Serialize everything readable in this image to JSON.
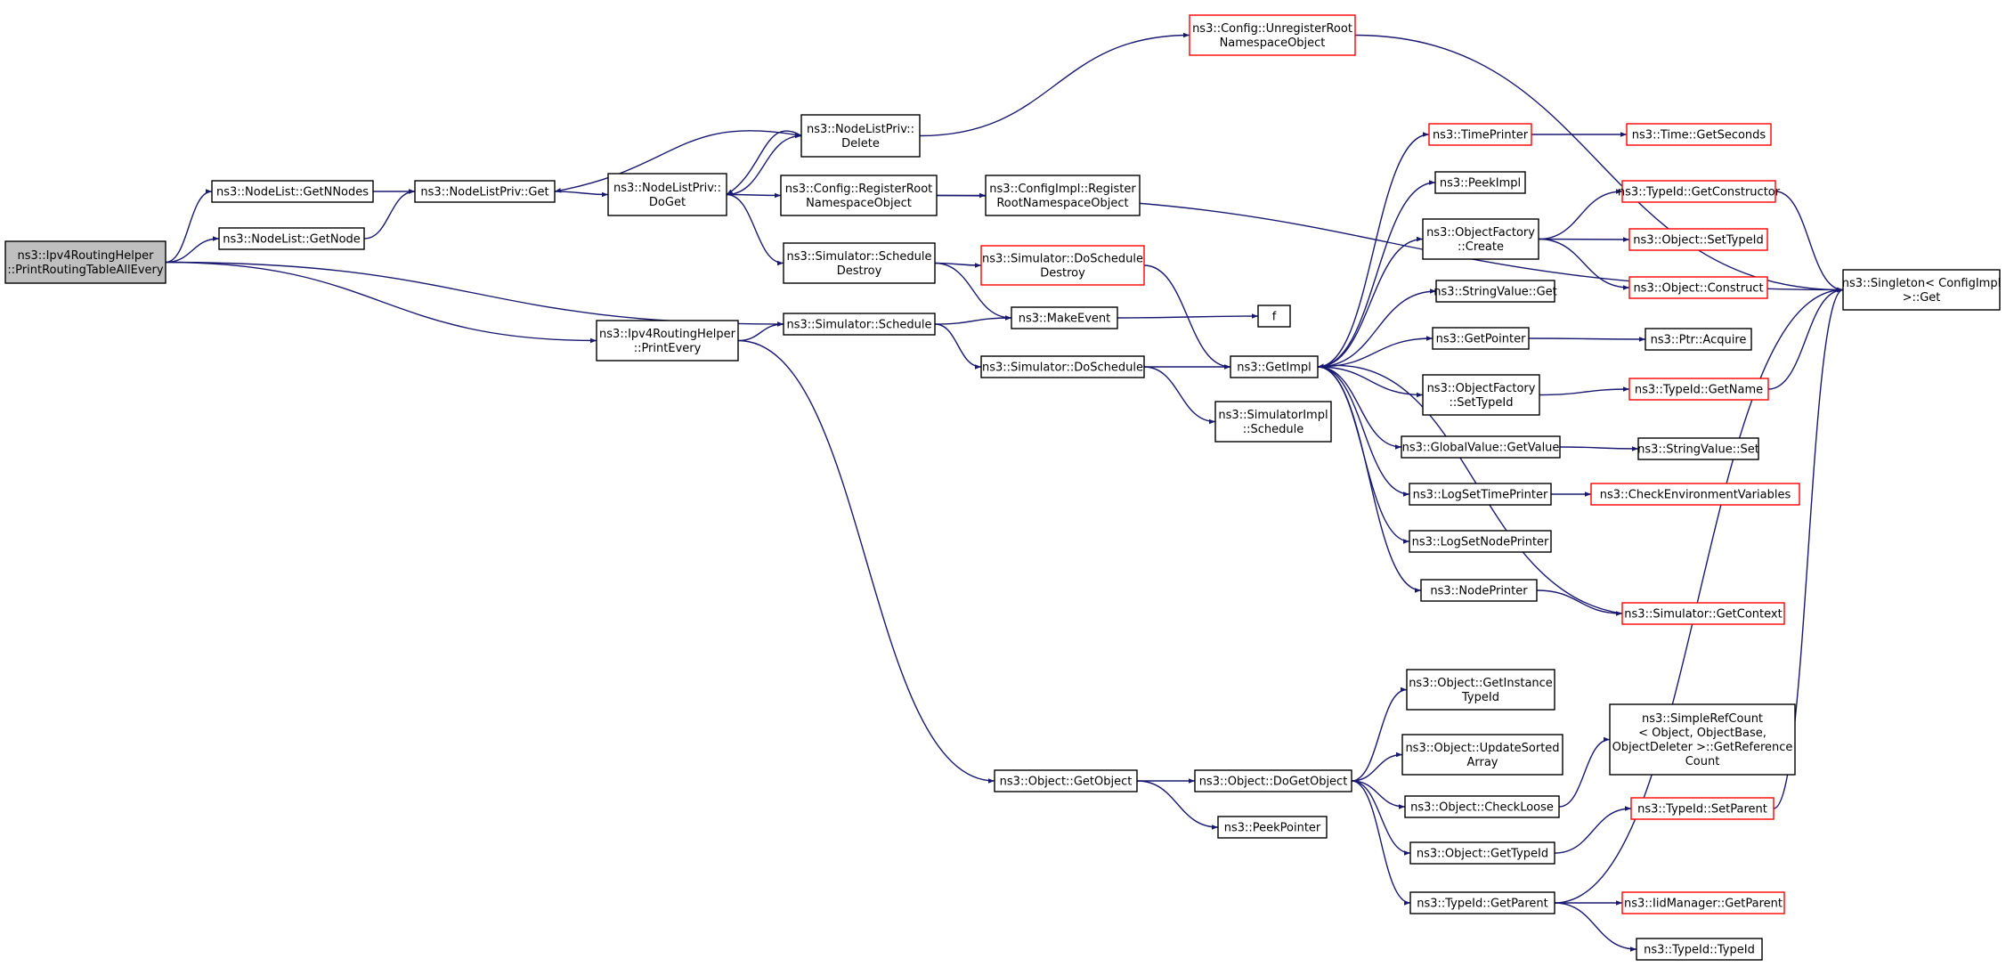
{
  "colors": {
    "edge": "#191970",
    "node_border": "#000000",
    "truncated_node_border": "#ff0000",
    "root_fill": "#bfbfbf",
    "node_fill": "#ffffff"
  },
  "nodes": [
    {
      "id": "root",
      "lines": [
        "ns3::Ipv4RoutingHelper",
        "::PrintRoutingTableAllEvery"
      ],
      "style": "root"
    },
    {
      "id": "getnnodes",
      "lines": [
        "ns3::NodeList::GetNNodes"
      ],
      "style": "normal"
    },
    {
      "id": "getnode",
      "lines": [
        "ns3::NodeList::GetNode"
      ],
      "style": "normal"
    },
    {
      "id": "nlpget",
      "lines": [
        "ns3::NodeListPriv::Get"
      ],
      "style": "normal"
    },
    {
      "id": "nlpdoget",
      "lines": [
        "ns3::NodeListPriv::",
        "DoGet"
      ],
      "style": "normal"
    },
    {
      "id": "nlpdelete",
      "lines": [
        "ns3::NodeListPriv::",
        "Delete"
      ],
      "style": "normal"
    },
    {
      "id": "unregister",
      "lines": [
        "ns3::Config::UnregisterRoot",
        "NamespaceObject"
      ],
      "style": "truncated"
    },
    {
      "id": "register",
      "lines": [
        "ns3::Config::RegisterRoot",
        "NamespaceObject"
      ],
      "style": "normal"
    },
    {
      "id": "cfgimpl",
      "lines": [
        "ns3::ConfigImpl::Register",
        "RootNamespaceObject"
      ],
      "style": "normal"
    },
    {
      "id": "schedestroy",
      "lines": [
        "ns3::Simulator::Schedule",
        "Destroy"
      ],
      "style": "normal"
    },
    {
      "id": "doschedestroy",
      "lines": [
        "ns3::Simulator::DoSchedule",
        "Destroy"
      ],
      "style": "truncated"
    },
    {
      "id": "printevery",
      "lines": [
        "ns3::Ipv4RoutingHelper",
        "::PrintEvery"
      ],
      "style": "normal"
    },
    {
      "id": "schedule",
      "lines": [
        "ns3::Simulator::Schedule"
      ],
      "style": "normal"
    },
    {
      "id": "makeevent",
      "lines": [
        "ns3::MakeEvent"
      ],
      "style": "normal"
    },
    {
      "id": "f",
      "lines": [
        "f"
      ],
      "style": "normal"
    },
    {
      "id": "doschedule",
      "lines": [
        "ns3::Simulator::DoSchedule"
      ],
      "style": "normal"
    },
    {
      "id": "getimpl",
      "lines": [
        "ns3::GetImpl"
      ],
      "style": "normal"
    },
    {
      "id": "simimplsched",
      "lines": [
        "ns3::SimulatorImpl",
        "::Schedule"
      ],
      "style": "normal"
    },
    {
      "id": "timeprinter",
      "lines": [
        "ns3::TimePrinter"
      ],
      "style": "truncated"
    },
    {
      "id": "getseconds",
      "lines": [
        "ns3::Time::GetSeconds"
      ],
      "style": "truncated"
    },
    {
      "id": "peekimpl",
      "lines": [
        "ns3::PeekImpl"
      ],
      "style": "normal"
    },
    {
      "id": "ofcreate",
      "lines": [
        "ns3::ObjectFactory",
        "::Create"
      ],
      "style": "normal"
    },
    {
      "id": "getconstructor",
      "lines": [
        "ns3::TypeId::GetConstructor"
      ],
      "style": "truncated"
    },
    {
      "id": "settypeid",
      "lines": [
        "ns3::Object::SetTypeId"
      ],
      "style": "truncated"
    },
    {
      "id": "construct",
      "lines": [
        "ns3::Object::Construct"
      ],
      "style": "truncated"
    },
    {
      "id": "singleton",
      "lines": [
        "ns3::Singleton< ConfigImpl",
        " >::Get"
      ],
      "style": "normal"
    },
    {
      "id": "svget",
      "lines": [
        "ns3::StringValue::Get"
      ],
      "style": "normal"
    },
    {
      "id": "getpointer",
      "lines": [
        "ns3::GetPointer"
      ],
      "style": "normal"
    },
    {
      "id": "ptracquire",
      "lines": [
        "ns3::Ptr::Acquire"
      ],
      "style": "normal"
    },
    {
      "id": "ofsettypeid",
      "lines": [
        "ns3::ObjectFactory",
        "::SetTypeId"
      ],
      "style": "normal"
    },
    {
      "id": "getname",
      "lines": [
        "ns3::TypeId::GetName"
      ],
      "style": "truncated"
    },
    {
      "id": "gvgetvalue",
      "lines": [
        "ns3::GlobalValue::GetValue"
      ],
      "style": "normal"
    },
    {
      "id": "svset",
      "lines": [
        "ns3::StringValue::Set"
      ],
      "style": "normal"
    },
    {
      "id": "logsettime",
      "lines": [
        "ns3::LogSetTimePrinter"
      ],
      "style": "normal"
    },
    {
      "id": "checkenv",
      "lines": [
        "ns3::CheckEnvironmentVariables"
      ],
      "style": "truncated"
    },
    {
      "id": "logsetnode",
      "lines": [
        "ns3::LogSetNodePrinter"
      ],
      "style": "normal"
    },
    {
      "id": "nodeprinter",
      "lines": [
        "ns3::NodePrinter"
      ],
      "style": "normal"
    },
    {
      "id": "getcontext",
      "lines": [
        "ns3::Simulator::GetContext"
      ],
      "style": "truncated"
    },
    {
      "id": "getinsttypeid",
      "lines": [
        "ns3::Object::GetInstance",
        "TypeId"
      ],
      "style": "normal"
    },
    {
      "id": "updatesorted",
      "lines": [
        "ns3::Object::UpdateSorted",
        "Array"
      ],
      "style": "normal"
    },
    {
      "id": "getobject",
      "lines": [
        "ns3::Object::GetObject"
      ],
      "style": "normal"
    },
    {
      "id": "dogetobject",
      "lines": [
        "ns3::Object::DoGetObject"
      ],
      "style": "normal"
    },
    {
      "id": "checkloose",
      "lines": [
        "ns3::Object::CheckLoose"
      ],
      "style": "normal"
    },
    {
      "id": "simplerefcount",
      "lines": [
        "ns3::SimpleRefCount",
        "< Object, ObjectBase,",
        " ObjectDeleter >::GetReference",
        "Count"
      ],
      "style": "normal"
    },
    {
      "id": "peekpointer",
      "lines": [
        "ns3::PeekPointer"
      ],
      "style": "normal"
    },
    {
      "id": "objgettypeid",
      "lines": [
        "ns3::Object::GetTypeId"
      ],
      "style": "normal"
    },
    {
      "id": "setparent",
      "lines": [
        "ns3::TypeId::SetParent"
      ],
      "style": "truncated"
    },
    {
      "id": "getparent",
      "lines": [
        "ns3::TypeId::GetParent"
      ],
      "style": "normal"
    },
    {
      "id": "iidgetparent",
      "lines": [
        "ns3::IidManager::GetParent"
      ],
      "style": "truncated"
    },
    {
      "id": "typeid",
      "lines": [
        "ns3::TypeId::TypeId"
      ],
      "style": "normal"
    }
  ],
  "edges": [
    [
      "root",
      "getnnodes"
    ],
    [
      "root",
      "getnode"
    ],
    [
      "root",
      "schedule"
    ],
    [
      "root",
      "printevery"
    ],
    [
      "getnnodes",
      "nlpget"
    ],
    [
      "getnode",
      "nlpget"
    ],
    [
      "nlpget",
      "nlpdoget"
    ],
    [
      "nlpdoget",
      "nlpdelete"
    ],
    [
      "nlpdoget",
      "register"
    ],
    [
      "nlpdoget",
      "schedestroy"
    ],
    [
      "nlpdelete",
      "nlpget"
    ],
    [
      "nlpdelete",
      "nlpdoget"
    ],
    [
      "nlpdelete",
      "unregister"
    ],
    [
      "unregister",
      "singleton"
    ],
    [
      "register",
      "cfgimpl"
    ],
    [
      "register",
      "singleton"
    ],
    [
      "schedestroy",
      "doschedestroy"
    ],
    [
      "schedestroy",
      "makeevent"
    ],
    [
      "doschedestroy",
      "getimpl"
    ],
    [
      "printevery",
      "schedule"
    ],
    [
      "printevery",
      "getobject"
    ],
    [
      "schedule",
      "makeevent"
    ],
    [
      "schedule",
      "doschedule"
    ],
    [
      "makeevent",
      "f"
    ],
    [
      "doschedule",
      "getimpl"
    ],
    [
      "doschedule",
      "simimplsched"
    ],
    [
      "getimpl",
      "timeprinter"
    ],
    [
      "getimpl",
      "peekimpl"
    ],
    [
      "getimpl",
      "ofcreate"
    ],
    [
      "getimpl",
      "svget"
    ],
    [
      "getimpl",
      "getpointer"
    ],
    [
      "getimpl",
      "ofsettypeid"
    ],
    [
      "getimpl",
      "gvgetvalue"
    ],
    [
      "getimpl",
      "logsettime"
    ],
    [
      "getimpl",
      "logsetnode"
    ],
    [
      "getimpl",
      "nodeprinter"
    ],
    [
      "getcontext",
      "getimpl"
    ],
    [
      "timeprinter",
      "getseconds"
    ],
    [
      "ofcreate",
      "getconstructor"
    ],
    [
      "ofcreate",
      "settypeid"
    ],
    [
      "ofcreate",
      "construct"
    ],
    [
      "getconstructor",
      "singleton"
    ],
    [
      "getpointer",
      "ptracquire"
    ],
    [
      "ofsettypeid",
      "getname"
    ],
    [
      "getname",
      "singleton"
    ],
    [
      "gvgetvalue",
      "svset"
    ],
    [
      "logsettime",
      "checkenv"
    ],
    [
      "nodeprinter",
      "getcontext"
    ],
    [
      "getobject",
      "dogetobject"
    ],
    [
      "getobject",
      "peekpointer"
    ],
    [
      "dogetobject",
      "getinsttypeid"
    ],
    [
      "dogetobject",
      "updatesorted"
    ],
    [
      "dogetobject",
      "checkloose"
    ],
    [
      "dogetobject",
      "objgettypeid"
    ],
    [
      "dogetobject",
      "getparent"
    ],
    [
      "checkloose",
      "simplerefcount"
    ],
    [
      "objgettypeid",
      "setparent"
    ],
    [
      "setparent",
      "singleton"
    ],
    [
      "getparent",
      "iidgetparent"
    ],
    [
      "getparent",
      "typeid"
    ],
    [
      "getparent",
      "singleton"
    ]
  ]
}
